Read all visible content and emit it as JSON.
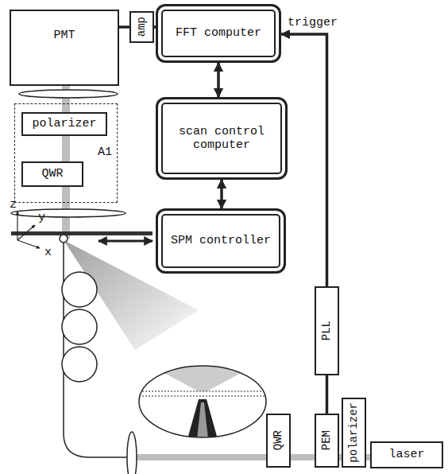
{
  "diagram": {
    "nodes": [
      {
        "text": [
          "PMT"
        ]
      },
      {
        "text": [
          "amp"
        ]
      },
      {
        "text": [
          "FFT computer"
        ]
      },
      {
        "text": [
          "scan control computer"
        ]
      },
      {
        "text": [
          "A1"
        ]
      },
      {
        "text": [
          "polarizer"
        ],
        "in": 4
      },
      {
        "text": [
          "QWR"
        ],
        "in": 4
      },
      {
        "text": [
          "SPM controller"
        ]
      },
      {
        "text": [
          "PLL"
        ]
      },
      {
        "text": [
          "QWR"
        ]
      },
      {
        "text": [
          "PEM"
        ]
      },
      {
        "text": [
          "polarizer"
        ]
      },
      {
        "text": [
          "laser"
        ]
      }
    ],
    "edges": [
      {
        "from": 0,
        "to": 1,
        "arrow": "none"
      },
      {
        "from": 1,
        "to": 2,
        "arrow": "to"
      },
      {
        "from": 2,
        "to": 3,
        "arrow": "both"
      },
      {
        "from": 3,
        "to": 7,
        "arrow": "both"
      },
      {
        "from": 8,
        "to": 2,
        "arrow": "to",
        "label": "trigger"
      },
      {
        "from": 10,
        "to": 8,
        "arrow": "none"
      }
    ],
    "labels": [
      "z",
      "y",
      "x"
    ]
  }
}
